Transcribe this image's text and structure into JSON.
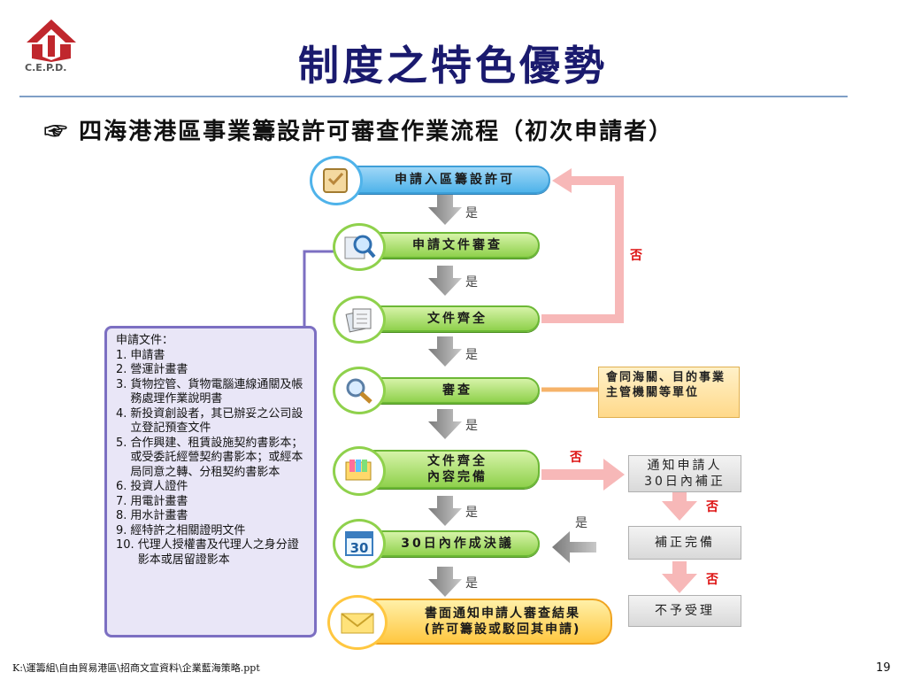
{
  "logo": {
    "text": "C.E.P.D."
  },
  "title": "制度之特色優勢",
  "subtitle": {
    "bullet": "☞",
    "text": "四海港港區事業籌設許可審查作業流程（初次申請者）"
  },
  "flow_steps": [
    {
      "id": "s1",
      "label": "申請入區籌設許可"
    },
    {
      "id": "s2",
      "label": "申請文件審查"
    },
    {
      "id": "s3",
      "label": "文件齊全"
    },
    {
      "id": "s4",
      "label": "審查"
    },
    {
      "id": "s5",
      "label": "文件齊全\n內容完備"
    },
    {
      "id": "s6",
      "label": "30日內作成決議"
    },
    {
      "id": "s7",
      "label": "書面通知申請人審查結果\n(許可籌設或駁回其申請)"
    }
  ],
  "calendar_icon_text": "30",
  "edge_labels": {
    "yes": "是",
    "no": "否"
  },
  "side_note": "會同海關、目的事業主管機關等單位",
  "right_boxes": [
    {
      "id": "r1",
      "label": "通知申請人\n30日內補正"
    },
    {
      "id": "r2",
      "label": "補正完備"
    },
    {
      "id": "r3",
      "label": "不予受理"
    }
  ],
  "documents": {
    "heading": "申請文件：",
    "items": [
      {
        "num": "1.",
        "text": "申請書"
      },
      {
        "num": "2.",
        "text": "營運計畫書"
      },
      {
        "num": "3.",
        "text": "貨物控管、貨物電腦連線通關及帳務處理作業說明書"
      },
      {
        "num": "4.",
        "text": "新投資創設者，其已辦妥之公司設立登記預查文件"
      },
      {
        "num": "5.",
        "text": "合作興建、租賃設施契約書影本；或受委託經營契約書影本；或經本局同意之轉、分租契約書影本"
      },
      {
        "num": "6.",
        "text": "投資人證件"
      },
      {
        "num": "7.",
        "text": "用電計畫書"
      },
      {
        "num": "8.",
        "text": "用水計畫書"
      },
      {
        "num": "9.",
        "text": "經特許之相關證明文件"
      },
      {
        "num": "10.",
        "text": "代理人授權書及代理人之身分證影本或居留證影本"
      }
    ]
  },
  "footer": {
    "path": "K:\\運籌組\\自由貿易港區\\招商文宣資料\\企業藍海策略.ppt",
    "page": "19"
  }
}
